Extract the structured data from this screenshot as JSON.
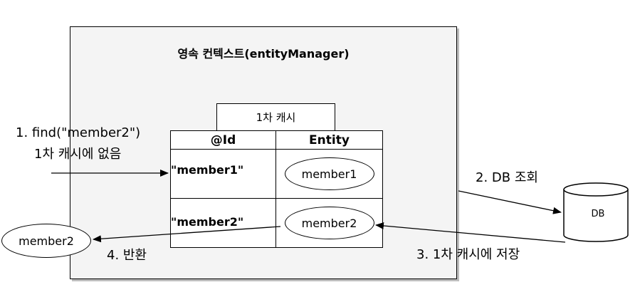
{
  "context": {
    "title": "영속 컨텍스트(entityManager)"
  },
  "cache": {
    "label": "1차 캐시",
    "headers": {
      "id": "@Id",
      "entity": "Entity"
    },
    "rows": [
      {
        "key": "\"member1\"",
        "value": "member1"
      },
      {
        "key": "\"member2\"",
        "value": "member2"
      }
    ]
  },
  "steps": {
    "find_line1": "1. find(\"member2\")",
    "find_line2": "1차 캐시에 없음",
    "db_lookup": "2. DB 조회",
    "store_cache": "3. 1차 캐시에 저장",
    "return": "4. 반환"
  },
  "db": {
    "label": "DB"
  },
  "returned": {
    "label": "member2"
  }
}
